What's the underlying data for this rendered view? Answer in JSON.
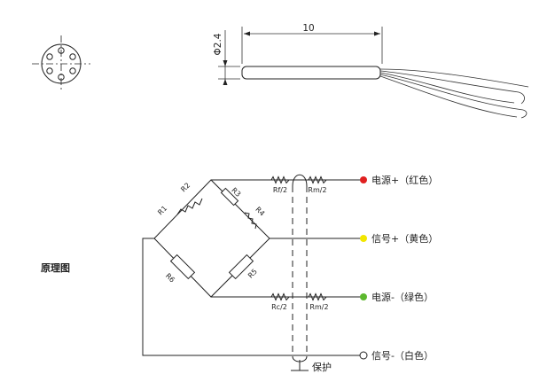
{
  "dimensions": {
    "length": "10",
    "diameter": "Φ2.4"
  },
  "section_title": "原理图",
  "resistors": {
    "r1": "R1",
    "r2": "R2",
    "r3": "R3",
    "r4": "R4",
    "r5": "R5",
    "r6": "R6",
    "rf": "Rf/2",
    "rm_top": "Rm/2",
    "rc": "Rc/2",
    "rm_bottom": "Rm/2"
  },
  "terminals": [
    {
      "label": "电源+（红色）",
      "color": "#e02020"
    },
    {
      "label": "信号+（黄色）",
      "color": "#f2e600"
    },
    {
      "label": "电源-（绿色）",
      "color": "#5cb82e"
    },
    {
      "label": "信号-（白色）",
      "color": "#ffffff"
    }
  ],
  "shield_label": "保护"
}
